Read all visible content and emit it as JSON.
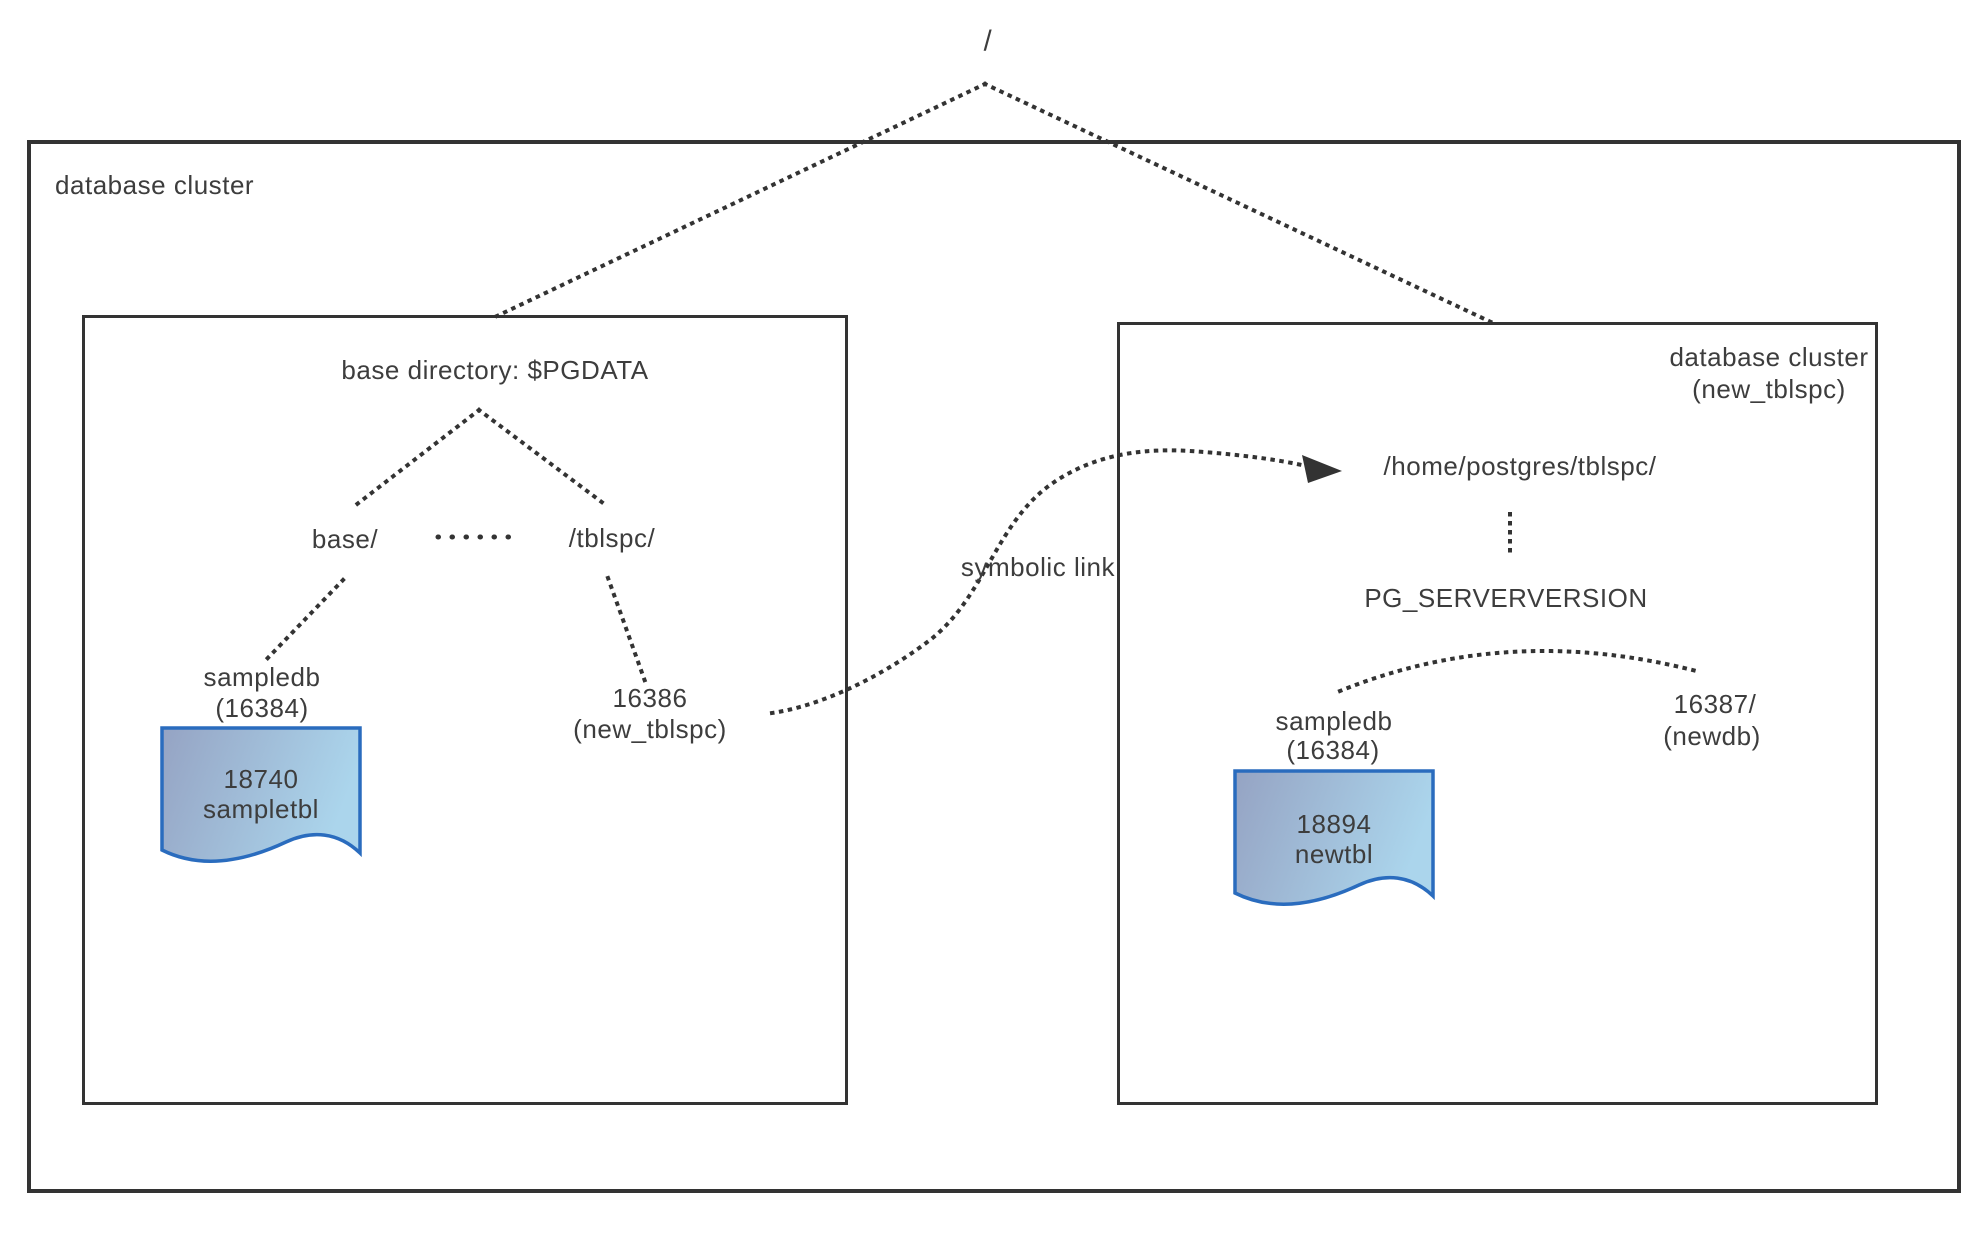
{
  "colors": {
    "line": "#333333",
    "text": "#3d3d3d",
    "box_border": "#333333",
    "file_border": "#2a6cbe",
    "file_fill_start": "#95a3c3",
    "file_fill_end": "#abd5ec"
  },
  "root": {
    "label": "/"
  },
  "outer_cluster": {
    "label": "database cluster"
  },
  "pgdata_cluster": {
    "title": "base directory: $PGDATA",
    "base_dir": "base/",
    "tblspc_dir": "/tblspc/",
    "database": {
      "name": "sampledb",
      "oid": "(16384)"
    },
    "tablespace_link": {
      "oid": "16386",
      "name": "(new_tblspc)"
    },
    "table_file": {
      "oid": "18740",
      "name": "sampletbl"
    }
  },
  "symbolic_link": {
    "label": "symbolic link"
  },
  "new_tblspc_cluster": {
    "title_line1": "database cluster",
    "title_line2": "(new_tblspc)",
    "path": "/home/postgres/tblspc/",
    "version_dir": "PG_SERVERVERSION",
    "database": {
      "name": "sampledb",
      "oid": "(16384)"
    },
    "newdb_dir": {
      "oid": "16387/",
      "name": "(newdb)"
    },
    "table_file": {
      "oid": "18894",
      "name": "newtbl"
    }
  }
}
